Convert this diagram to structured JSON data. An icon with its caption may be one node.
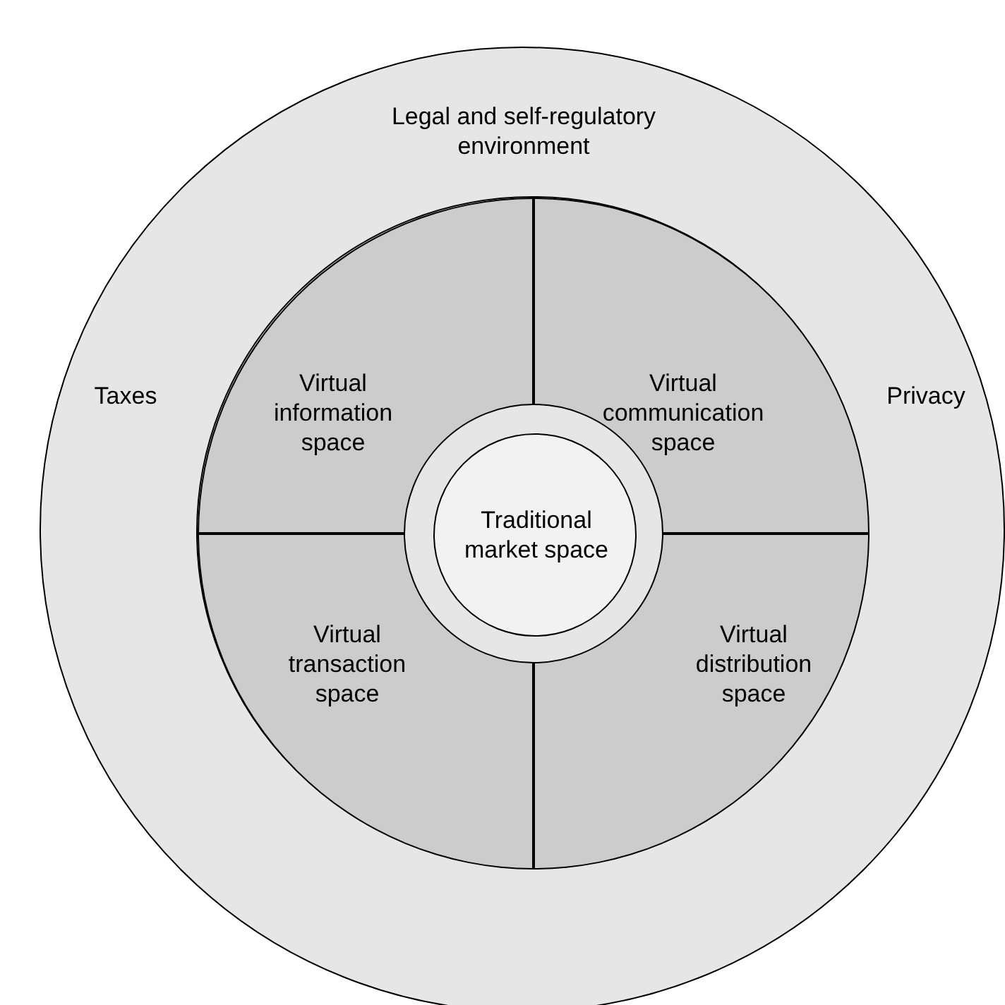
{
  "diagram": {
    "nodes": [
      {
        "text": [
          "Legal and self-regulatory environment",
          "Taxes",
          "Privacy"
        ]
      },
      {
        "text": [],
        "shape": "circle",
        "in": 0
      },
      {
        "text": [
          "Virtual information space"
        ],
        "in": 1
      },
      {
        "text": [
          "Virtual communication space"
        ],
        "in": 1
      },
      {
        "text": [
          "Virtual transaction space"
        ],
        "in": 1
      },
      {
        "text": [
          "Virtual distribution space"
        ],
        "in": 1
      },
      {
        "text": [],
        "shape": "circle",
        "in": 1
      },
      {
        "text": [
          "Traditional market space"
        ],
        "in": 6
      }
    ]
  }
}
